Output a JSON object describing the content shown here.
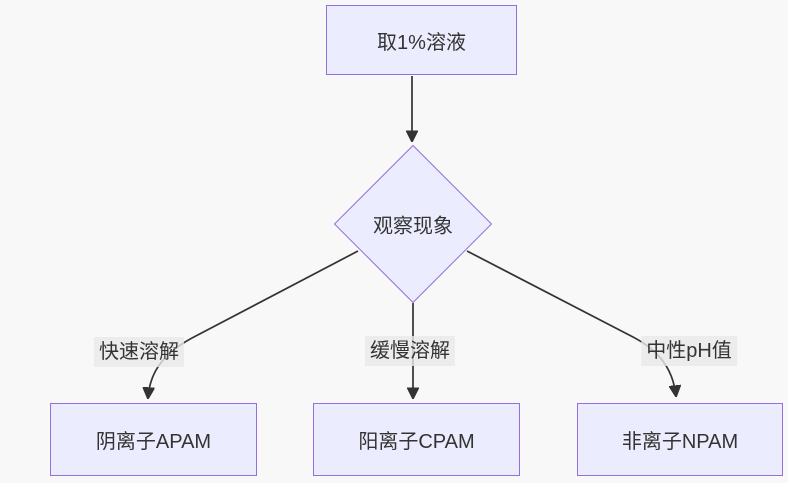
{
  "diagram": {
    "type": "flowchart",
    "direction": "top-down",
    "colors": {
      "background": "#f8f8f8",
      "node_fill": "#ECECFF",
      "node_border": "#9370DB",
      "node_text": "#333333",
      "edge_color": "#333333",
      "label_bg": "rgba(232,232,232,0.8)",
      "label_text": "#333333"
    },
    "nodes": {
      "start": {
        "label": "取1%溶液",
        "shape": "rectangle"
      },
      "decision": {
        "label": "观察现象",
        "shape": "diamond"
      },
      "result_a": {
        "label": "阴离子APAM",
        "shape": "rectangle"
      },
      "result_b": {
        "label": "阳离子CPAM",
        "shape": "rectangle"
      },
      "result_c": {
        "label": "非离子NPAM",
        "shape": "rectangle"
      }
    },
    "edge_labels": {
      "fast": "快速溶解",
      "slow": "缓慢溶解",
      "neutral": "中性pH值"
    },
    "edges": [
      {
        "from": "取1%溶液",
        "to": "观察现象",
        "label": ""
      },
      {
        "from": "观察现象",
        "to": "阴离子APAM",
        "label": "快速溶解"
      },
      {
        "from": "观察现象",
        "to": "阳离子CPAM",
        "label": "缓慢溶解"
      },
      {
        "from": "观察现象",
        "to": "非离子NPAM",
        "label": "中性pH值"
      }
    ]
  }
}
